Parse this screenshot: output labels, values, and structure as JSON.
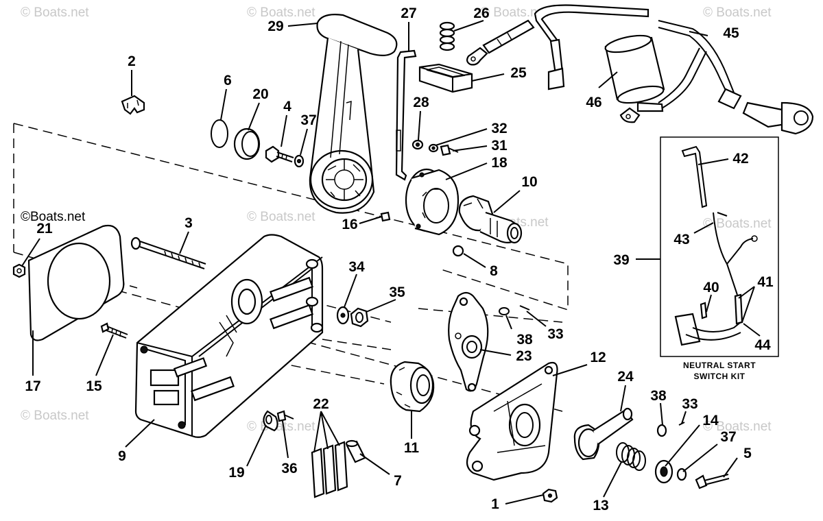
{
  "watermark": "© Boats.net",
  "watermark_overlay": "©Boats.net",
  "kit_caption": [
    "NEUTRAL START",
    "SWITCH KIT"
  ],
  "part_numbers": {
    "p1": "1",
    "p2": "2",
    "p3": "3",
    "p4": "4",
    "p5": "5",
    "p6": "6",
    "p7": "7",
    "p8": "8",
    "p9": "9",
    "p10": "10",
    "p11": "11",
    "p12": "12",
    "p13": "13",
    "p14": "14",
    "p15": "15",
    "p16": "16",
    "p17": "17",
    "p18": "18",
    "p19": "19",
    "p20": "20",
    "p21": "21",
    "p22": "22",
    "p23": "23",
    "p24": "24",
    "p25": "25",
    "p26": "26",
    "p27": "27",
    "p28": "28",
    "p29": "29",
    "p31": "31",
    "p32": "32",
    "p33a": "33",
    "p33b": "33",
    "p34": "34",
    "p35": "35",
    "p36": "36",
    "p37a": "37",
    "p37b": "37",
    "p38a": "38",
    "p38b": "38",
    "p39": "39",
    "p40": "40",
    "p41": "41",
    "p42": "42",
    "p43": "43",
    "p44": "44",
    "p45": "45",
    "p46": "46"
  }
}
